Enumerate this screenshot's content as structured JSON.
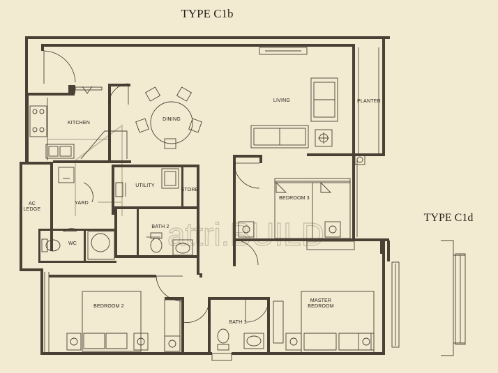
{
  "titles": {
    "main": "TYPE C1b",
    "alt": "TYPE C1d"
  },
  "rooms": {
    "kitchen": "KITCHEN",
    "dining": "DINING",
    "living": "LIVING",
    "planter": "PLANTER",
    "ac_ledge_line1": "AC",
    "ac_ledge_line2": "LEDGE",
    "yard": "YARD",
    "utility": "UTILITY",
    "store": "STORE",
    "bedroom3": "BEDROOM 3",
    "bath2": "BATH 2",
    "wc": "WC",
    "bedroom2": "BEDROOM 2",
    "bath1": "BATH 1",
    "master_line1": "MASTER",
    "master_line2": "BEDROOM"
  },
  "watermark": "attri.BUILD",
  "colors": {
    "paper": "#f3ead2",
    "ink": "#3a3228",
    "watermark": "#b9ad96"
  }
}
